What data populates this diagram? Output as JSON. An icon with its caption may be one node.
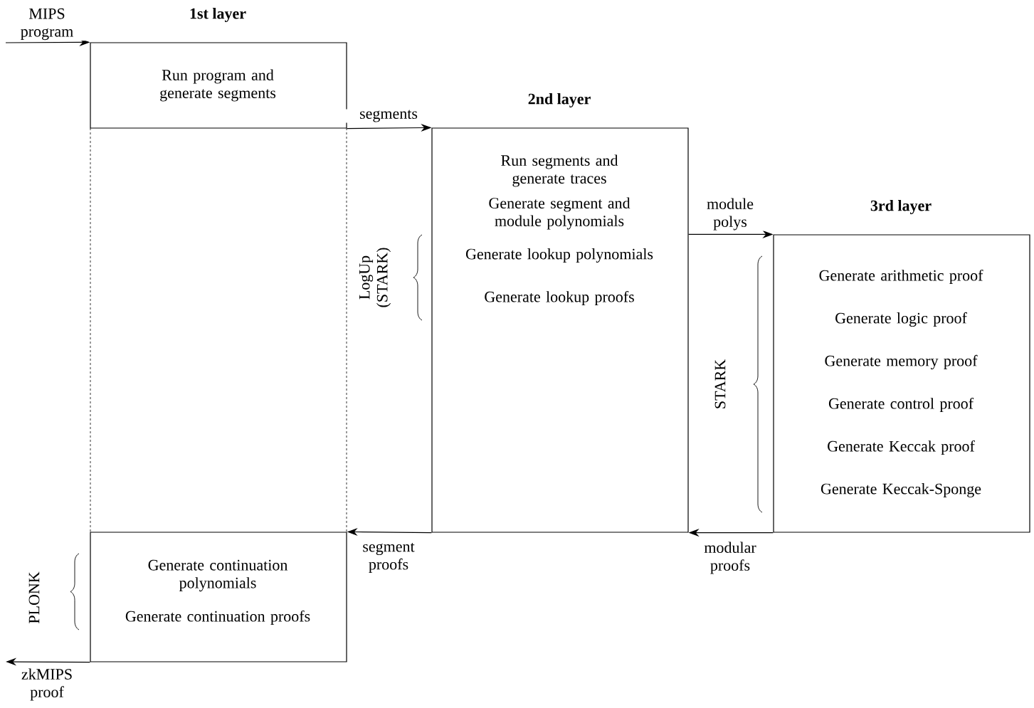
{
  "diagram": {
    "nodes": [
      {
        "text": [
          "1st layer",
          "Run program and generate segments"
        ]
      },
      {
        "text": [
          "Generate continuation polynomials",
          "Generate continuation proofs"
        ]
      },
      {
        "text": [
          "2nd layer",
          "Run segments and generate traces",
          "Generate segment and module polynomials",
          "Generate lookup polynomials",
          "Generate lookup proofs"
        ]
      },
      {
        "text": [
          "3rd layer",
          "Generate arithmetic proof",
          "Generate logic proof",
          "Generate memory proof",
          "Generate control proof",
          "Generate Keccak proof",
          "Generate Keccak-Sponge"
        ]
      }
    ],
    "edges": [
      {
        "from": null,
        "to": 0,
        "arrow": "to",
        "label": "MIPS program"
      },
      {
        "from": 0,
        "to": 2,
        "arrow": "to",
        "label": "segments"
      },
      {
        "from": 2,
        "to": 3,
        "arrow": "to",
        "label": "module polys"
      },
      {
        "from": 3,
        "to": 2,
        "arrow": "to",
        "label": "modular proofs"
      },
      {
        "from": 2,
        "to": 1,
        "arrow": "to",
        "label": "segment proofs"
      },
      {
        "from": 1,
        "to": null,
        "arrow": "to",
        "label": "zkMIPS proof"
      }
    ],
    "labels": [
      "LogUp (STARK)",
      "STARK",
      "PLONK"
    ]
  }
}
